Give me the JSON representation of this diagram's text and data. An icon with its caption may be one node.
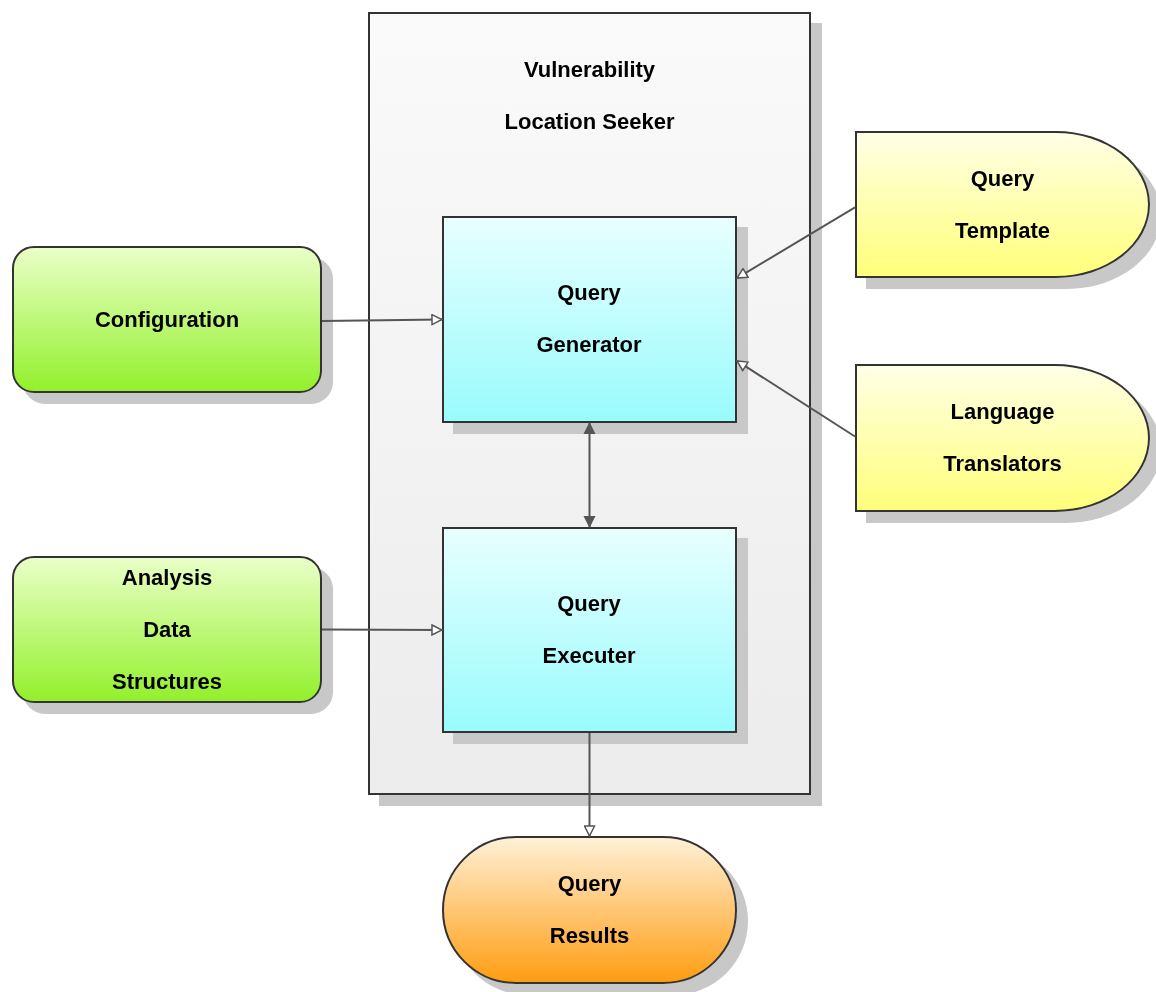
{
  "diagram": {
    "nodes": [
      {
        "text": [
          "Vulnerability Location Seeker"
        ]
      },
      {
        "text": [
          "Query Generator"
        ],
        "in": 0
      },
      {
        "text": [
          "Query Executer"
        ],
        "in": 0
      },
      {
        "text": [
          "Configuration"
        ]
      },
      {
        "text": [
          "Analysis Data Structures"
        ]
      },
      {
        "text": [
          "Query Template"
        ]
      },
      {
        "text": [
          "Language Translators"
        ]
      },
      {
        "text": [
          "Query Results"
        ]
      }
    ],
    "edges": [
      {
        "from": 3,
        "to": 1,
        "arrow": "to"
      },
      {
        "from": 4,
        "to": 2,
        "arrow": "to"
      },
      {
        "from": 5,
        "to": 1,
        "arrow": "to"
      },
      {
        "from": 6,
        "to": 1,
        "arrow": "to"
      },
      {
        "from": 1,
        "to": 2,
        "arrow": "both"
      },
      {
        "from": 2,
        "to": 7,
        "arrow": "to"
      }
    ]
  }
}
